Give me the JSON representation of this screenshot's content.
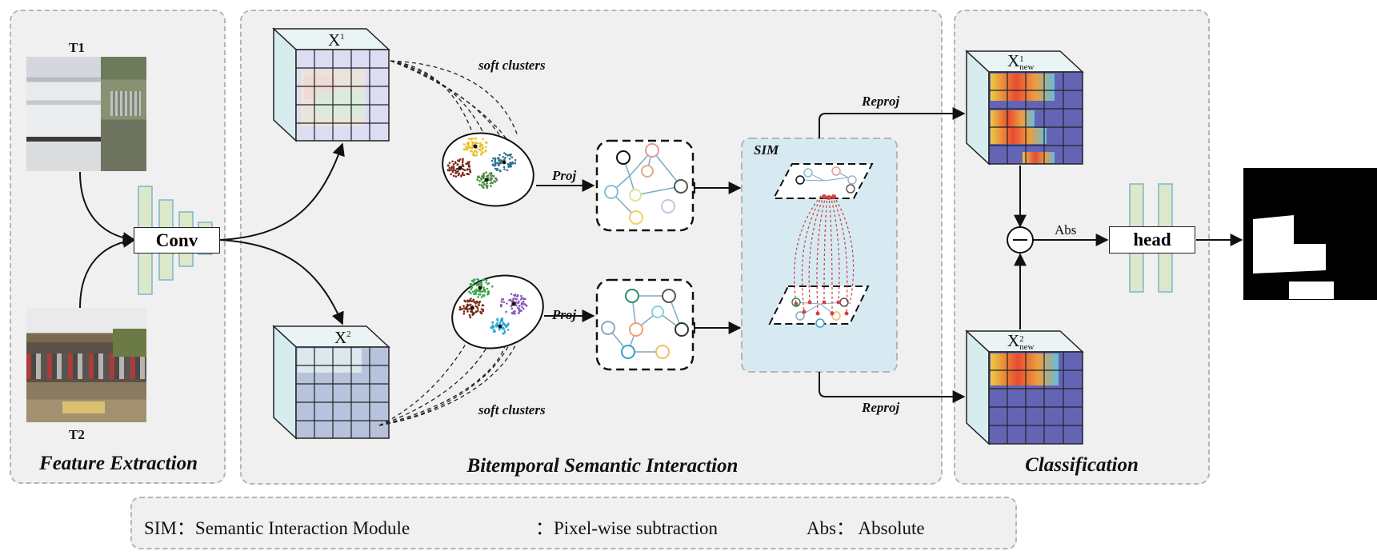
{
  "panels": {
    "feature_extraction": "Feature Extraction",
    "semantic_interaction": "Bitemporal Semantic Interaction",
    "classification": "Classification"
  },
  "labels": {
    "t1": "T1",
    "t2": "T2",
    "conv": "Conv",
    "x1": "X",
    "x1_sup": "1",
    "x2": "X",
    "x2_sup": "2",
    "soft_clusters_top": "soft clusters",
    "soft_clusters_bottom": "soft clusters",
    "proj_top": "Proj",
    "proj_bottom": "Proj",
    "sim": "SIM",
    "reproj_top": "Reproj",
    "reproj_bottom": "Reproj",
    "xnew1": "X",
    "xnew1_sup": "1",
    "xnew1_sub": "new",
    "xnew2": "X",
    "xnew2_sup": "2",
    "xnew2_sub": "new",
    "abs": "Abs",
    "head": "head"
  },
  "legend": {
    "sim": "SIM：Semantic Interaction Module",
    "subtraction": "：Pixel-wise subtraction",
    "abs": "Abs：  Absolute"
  },
  "colors": {
    "panel_bg": "#f0f0f0",
    "cube_front_x1": "#d9d9f0",
    "cube_front_x2": "#b9c4dc",
    "cube_side": "#d7ecee",
    "feature_bar": "#dbe8c9",
    "heatmap_base": "#6464b4",
    "sim_bg": "#d7eaf2"
  }
}
